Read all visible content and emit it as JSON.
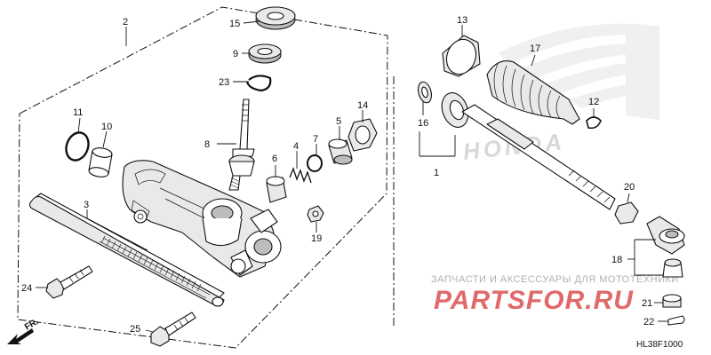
{
  "diagram": {
    "drawing_code": "HL38F1000",
    "front_marker": "FR.",
    "watermark_caption": "ЗАПЧАСТИ И АКСЕССУАРЫ ДЛЯ МОТОТЕХНИКИ",
    "watermark_brand": "PARTSFOR.RU",
    "background_logo_text": "HONDA",
    "callouts": [
      "1",
      "2",
      "3",
      "4",
      "5",
      "6",
      "7",
      "8",
      "9",
      "10",
      "11",
      "12",
      "13",
      "14",
      "15",
      "16",
      "17",
      "18",
      "19",
      "20",
      "21",
      "22",
      "23",
      "24",
      "25"
    ]
  }
}
